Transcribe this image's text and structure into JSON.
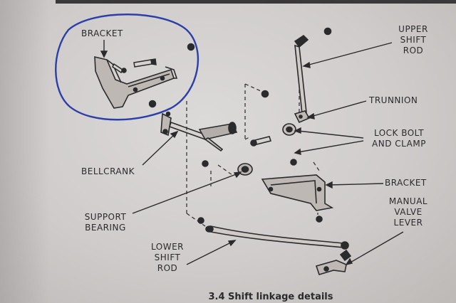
{
  "figure": {
    "caption": "3.4 Shift linkage details"
  },
  "labels": {
    "bracket_top": "BRACKET",
    "upper_shift_rod": "UPPER\nSHIFT\nROD",
    "trunnion": "TRUNNION",
    "lock_bolt_clamp": "LOCK BOLT\nAND CLAMP",
    "bellcrank": "BELLCRANK",
    "bracket_right": "BRACKET",
    "manual_valve_lever": "MANUAL\nVALVE\nLEVER",
    "support_bearing": "SUPPORT\nBEARING",
    "lower_shift_rod": "LOWER\nSHIFT\nROD"
  },
  "colors": {
    "ink": "#2b2a2c",
    "highlight_circle": "#2c3fa8"
  }
}
